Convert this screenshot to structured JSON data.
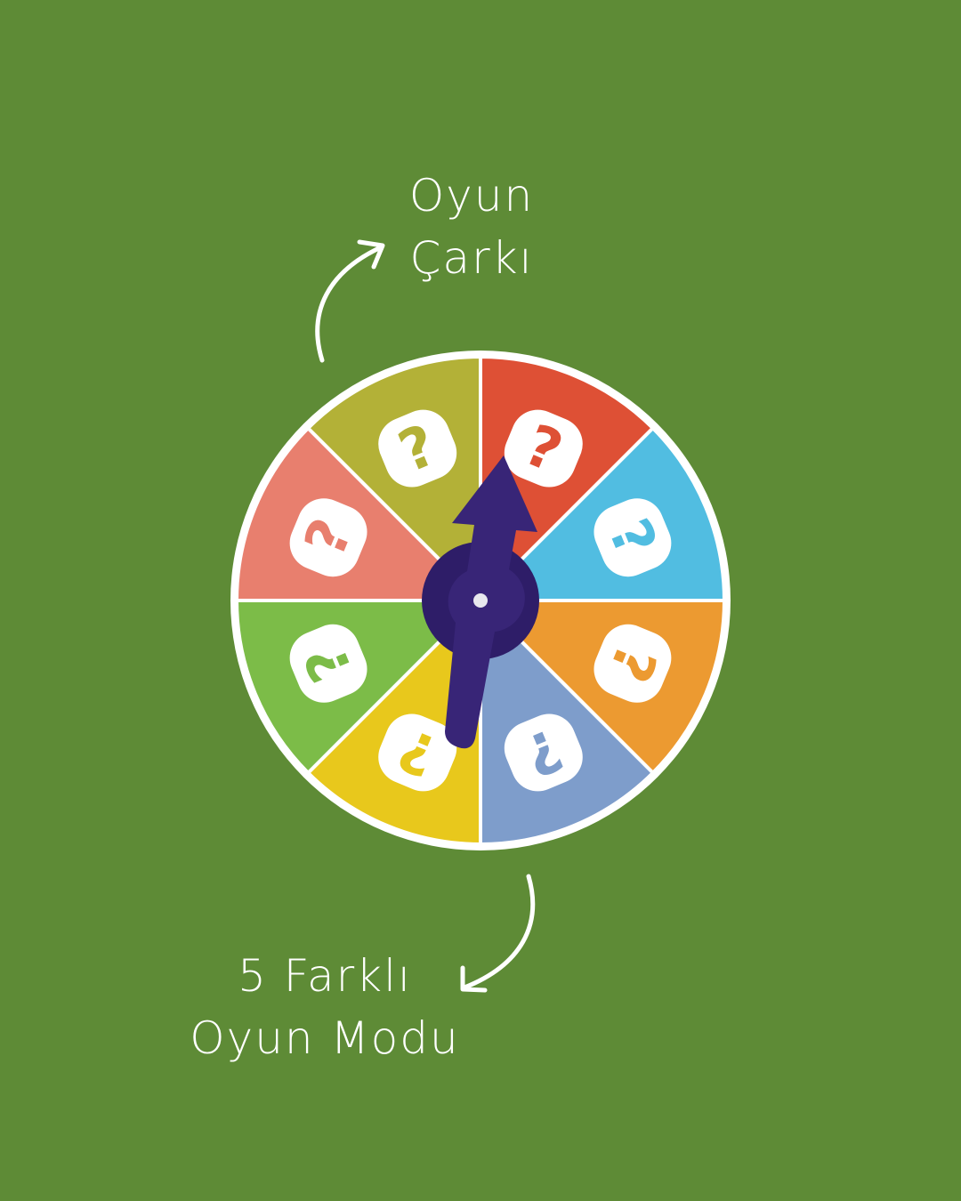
{
  "background_color": "#5e8b36",
  "top_label": {
    "line1": "Oyun",
    "line2": "Çarkı"
  },
  "bottom_label": {
    "line1": "5 Farklı",
    "line2": "Oyun Modu"
  },
  "wheel": {
    "segments": [
      {
        "color": "#de5035",
        "symbol": "?"
      },
      {
        "color": "#51bde1",
        "symbol": "?"
      },
      {
        "color": "#ec9a31",
        "symbol": "?"
      },
      {
        "color": "#7e9dcb",
        "symbol": "?"
      },
      {
        "color": "#e8c81c",
        "symbol": "?"
      },
      {
        "color": "#7cbc48",
        "symbol": "?"
      },
      {
        "color": "#e87f6e",
        "symbol": "?"
      },
      {
        "color": "#b3b137",
        "symbol": "?"
      }
    ],
    "spinner_color": "#382577"
  }
}
